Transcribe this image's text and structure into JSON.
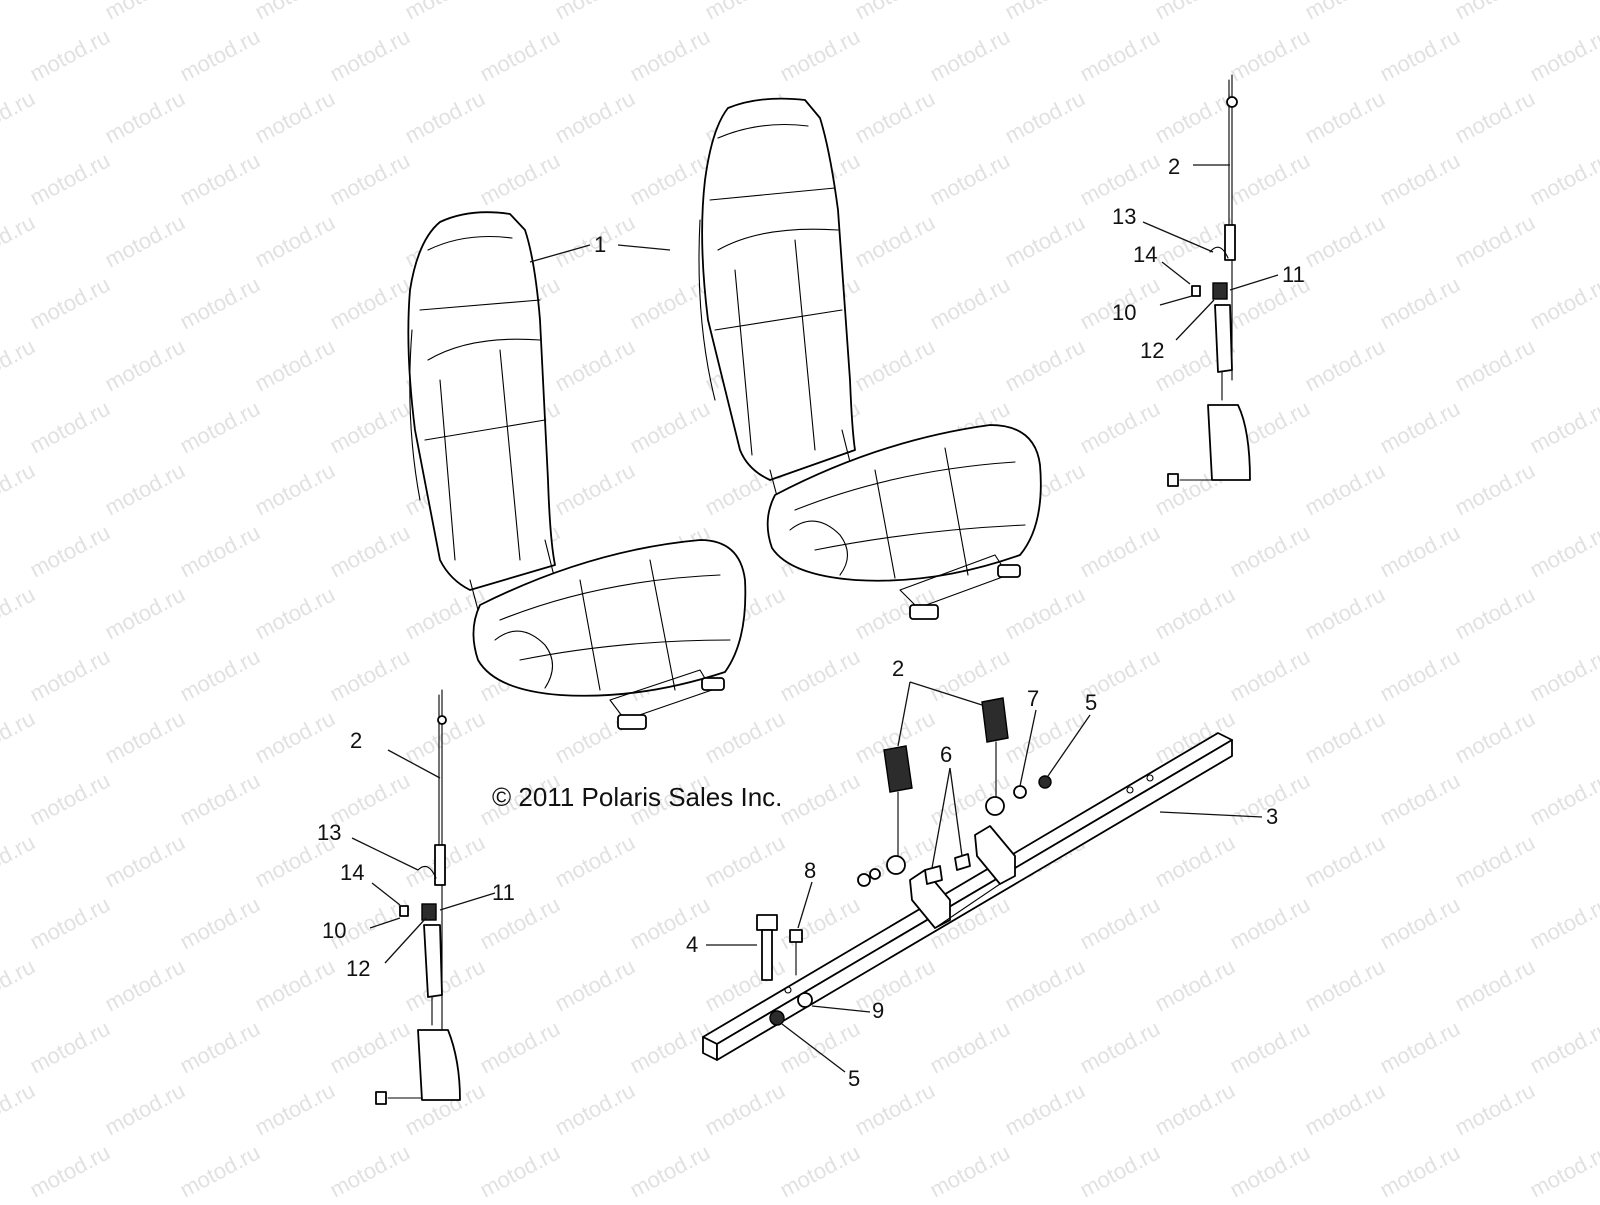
{
  "diagram": {
    "copyright": "© 2011 Polaris Sales Inc.",
    "watermark_text": "motod.ru",
    "colors": {
      "line": "#000000",
      "background": "#ffffff",
      "watermark": "#c9c9c9"
    },
    "callouts": {
      "seat": "1",
      "belt_top_right": "2",
      "belt_left": "2",
      "buckles": "2",
      "rail": "3",
      "bolt": "4",
      "nut_upper": "5",
      "nut_lower": "5",
      "bolts_pair": "6",
      "washer": "7",
      "pin": "8",
      "washer_lower": "9",
      "tr_10": "10",
      "tr_11": "11",
      "tr_12": "12",
      "tr_13": "13",
      "tr_14": "14",
      "bl_10": "10",
      "bl_11": "11",
      "bl_12": "12",
      "bl_13": "13",
      "bl_14": "14"
    }
  }
}
